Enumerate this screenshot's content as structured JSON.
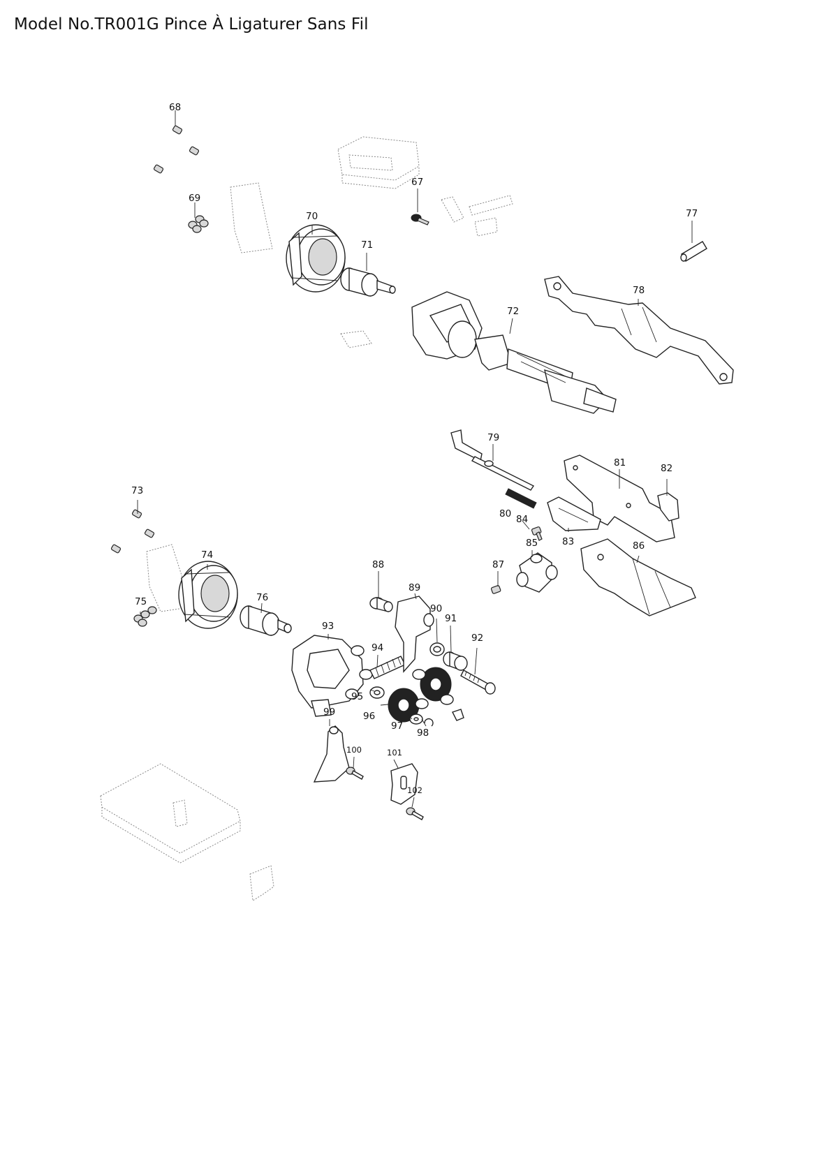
{
  "title": "Model No.TR001G Pince À Ligaturer Sans Fil",
  "parts": [
    {
      "no": "67",
      "icon": "screw-icon"
    },
    {
      "no": "68",
      "icon": "screw-icon"
    },
    {
      "no": "69",
      "icon": "screw-washer-icon"
    },
    {
      "no": "70",
      "icon": "stator-icon"
    },
    {
      "no": "71",
      "icon": "rotor-icon"
    },
    {
      "no": "72",
      "icon": "gear-housing-shaft-icon"
    },
    {
      "no": "73",
      "icon": "screw-icon"
    },
    {
      "no": "74",
      "icon": "stator-icon"
    },
    {
      "no": "75",
      "icon": "screw-washer-icon"
    },
    {
      "no": "76",
      "icon": "rotor-icon"
    },
    {
      "no": "77",
      "icon": "pin-icon"
    },
    {
      "no": "78",
      "icon": "arm-plate-icon"
    },
    {
      "no": "79",
      "icon": "rod-icon"
    },
    {
      "no": "80",
      "icon": "spring-icon"
    },
    {
      "no": "81",
      "icon": "plate-icon"
    },
    {
      "no": "82",
      "icon": "bracket-icon"
    },
    {
      "no": "83",
      "icon": "slider-icon"
    },
    {
      "no": "84",
      "icon": "screw-icon"
    },
    {
      "no": "85",
      "icon": "holder-icon"
    },
    {
      "no": "86",
      "icon": "guide-plate-icon"
    },
    {
      "no": "87",
      "icon": "screw-icon"
    },
    {
      "no": "88",
      "icon": "bushing-icon"
    },
    {
      "no": "89",
      "icon": "lever-icon"
    },
    {
      "no": "90",
      "icon": "washer-icon"
    },
    {
      "no": "91",
      "icon": "sleeve-icon"
    },
    {
      "no": "92",
      "icon": "bolt-icon"
    },
    {
      "no": "93",
      "icon": "gear-housing-icon"
    },
    {
      "no": "94",
      "icon": "spring-icon"
    },
    {
      "no": "95",
      "icon": "washer-icon"
    },
    {
      "no": "96",
      "icon": "gear-icon"
    },
    {
      "no": "97",
      "icon": "washer-icon"
    },
    {
      "no": "98",
      "icon": "retaining-ring-icon"
    },
    {
      "no": "99",
      "icon": "lever-arm-icon"
    },
    {
      "no": "100",
      "icon": "screw-icon"
    },
    {
      "no": "101",
      "icon": "cover-plate-icon"
    },
    {
      "no": "102",
      "icon": "screw-icon"
    }
  ]
}
